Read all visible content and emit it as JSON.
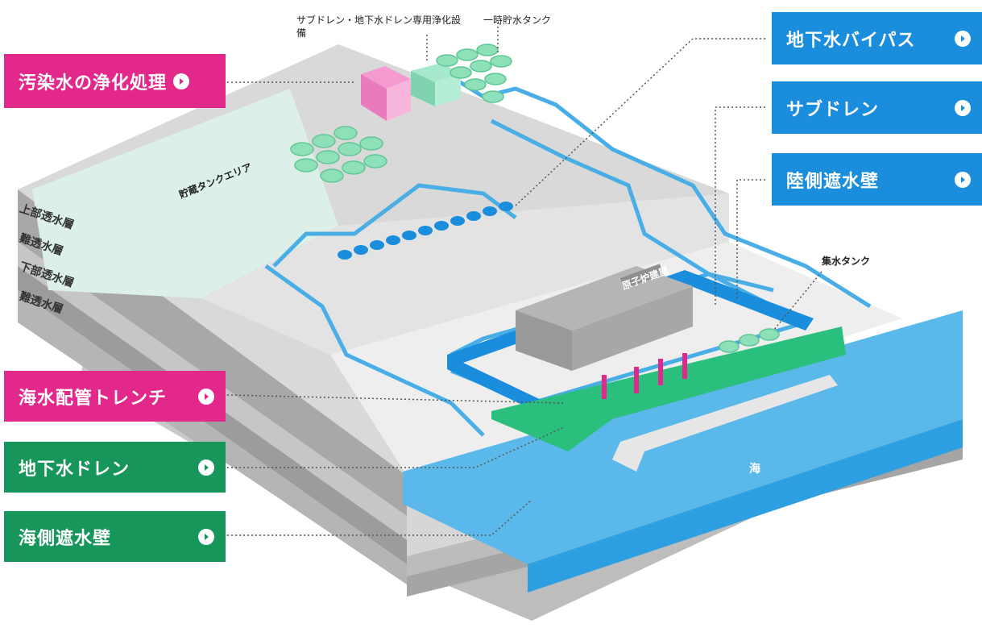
{
  "buttons": {
    "contaminated_water": "汚染水の浄化処理",
    "seawater_trench": "海水配管トレンチ",
    "groundwater_drain": "地下水ドレン",
    "sea_side_wall": "海側遮水壁",
    "groundwater_bypass": "地下水バイパス",
    "subdrain": "サブドレン",
    "land_side_wall": "陸側遮水壁"
  },
  "annotations": {
    "subdrain_facility": "サブドレン・地下水ドレン専用浄化設備",
    "temp_tank": "一時貯水タンク",
    "storage_area": "貯蔵タンクエリア",
    "collection_tank": "集水タンク",
    "reactor": "原子炉建屋",
    "sea": "海"
  },
  "layers": [
    "上部透水層",
    "難透水層",
    "下部透水層",
    "難透水層"
  ],
  "colors": {
    "pink": "#e2288a",
    "green": "#16965a",
    "blue": "#1a8ddc",
    "pipe": "#4aaee6",
    "sea": "#5ab8ea",
    "tank": "#8ee0b8"
  }
}
